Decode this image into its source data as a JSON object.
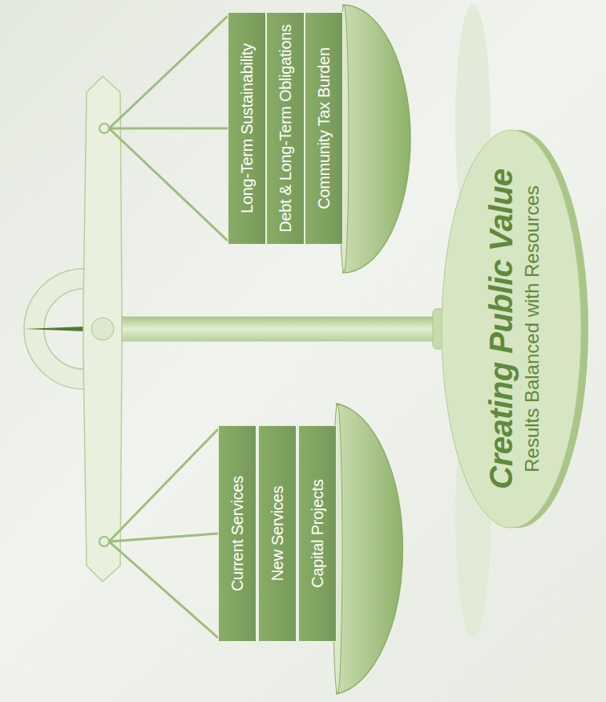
{
  "diagram": {
    "nodes": [
      {
        "text": [
          "Current Services"
        ]
      },
      {
        "text": [
          "New Services"
        ]
      },
      {
        "text": [
          "Capital Projects"
        ]
      },
      {
        "text": [
          "Long-Term Sustainability"
        ]
      },
      {
        "text": [
          "Debt & Long-Term Obligations"
        ]
      },
      {
        "text": [
          "Community Tax Burden"
        ]
      },
      {
        "text": [
          "Creating Public Value",
          "Results Balanced with Resources"
        ]
      }
    ]
  }
}
